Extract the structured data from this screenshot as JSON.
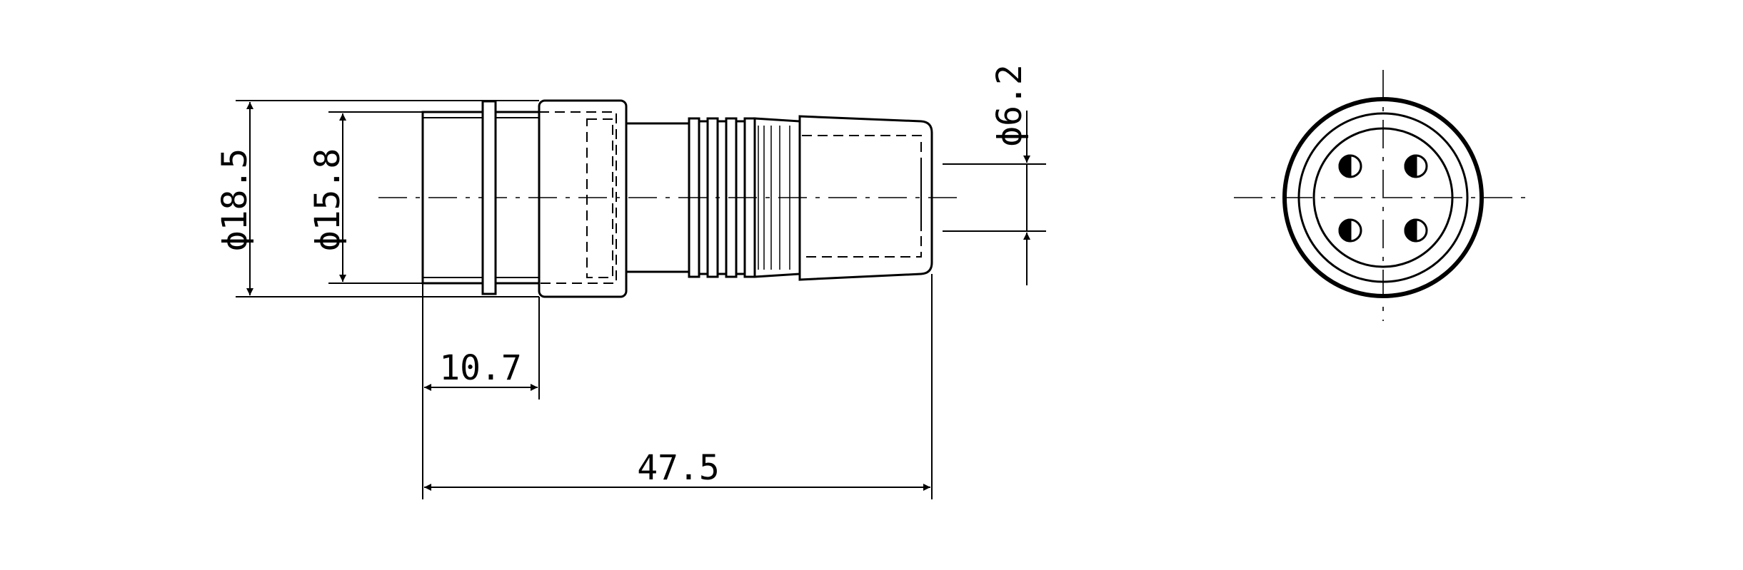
{
  "drawing": {
    "line_color": "#000000",
    "background_color": "#ffffff",
    "dimensions": {
      "outer_diameter": "ϕ18.5",
      "inner_diameter": "ϕ15.8",
      "cable_diameter": "ϕ6.2",
      "front_length": "10.7",
      "total_length": "47.5"
    },
    "end_view": {
      "pin_count": 4
    }
  }
}
